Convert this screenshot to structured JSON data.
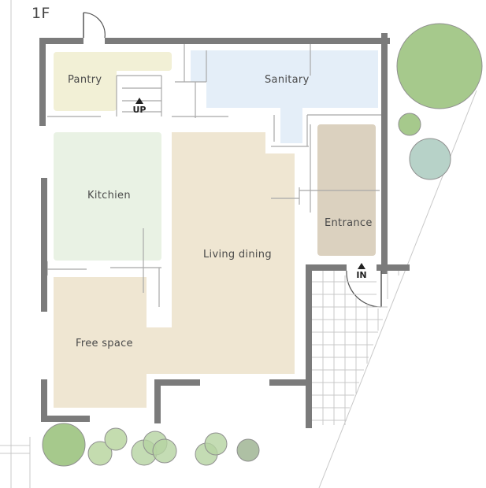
{
  "floor_label": "1F",
  "rooms": {
    "pantry": "Pantry",
    "sanitary": "Sanitary",
    "kitchen": "Kitchien",
    "living_dining": "Living dining",
    "entrance": "Entrance",
    "free_space": "Free space"
  },
  "markers": {
    "up": "UP",
    "in": "IN"
  },
  "colors": {
    "wall": "#7b7b7b",
    "pantry": "#f2f0d6",
    "sanitary": "#e4eef8",
    "kitchen": "#e9f2e4",
    "living": "#efe6d2",
    "entrance": "#dbd1bf",
    "tree_green": "#a6c98c",
    "tree_blue": "#b7d2c8"
  }
}
